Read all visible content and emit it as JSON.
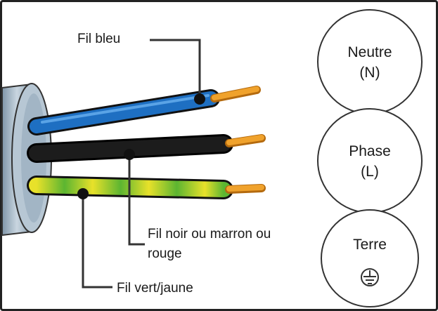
{
  "labels": {
    "blue_wire": "Fil bleu",
    "black_wire_line1": "Fil noir ou marron ou",
    "black_wire_line2": "rouge",
    "green_yellow_wire": "Fil vert/jaune"
  },
  "terminals": [
    {
      "name": "Neutre",
      "code": "(N)"
    },
    {
      "name": "Phase",
      "code": "(L)"
    },
    {
      "name": "Terre",
      "icon": "earth-ground-icon"
    }
  ],
  "colors": {
    "blue": "#1e6fc2",
    "black": "#1c1c1c",
    "green": "#5cb531",
    "yellow": "#e8e12a",
    "copper": "#f0a22c",
    "sheath": "#9fb2c2"
  }
}
